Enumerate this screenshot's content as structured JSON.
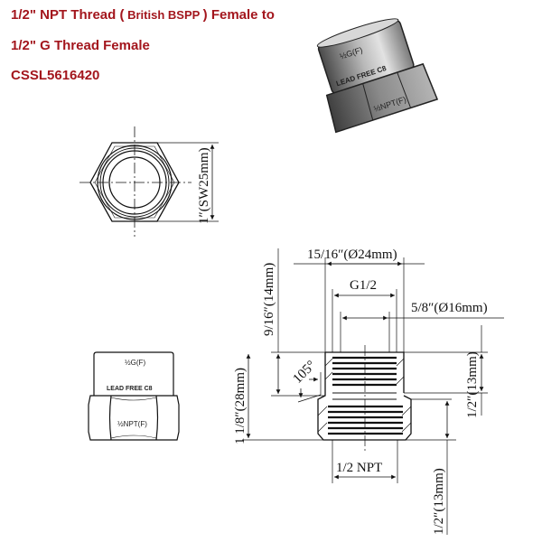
{
  "title": {
    "line1_prefix": "1/2\" NPT Thread (",
    "line1_small": " British BSPP ",
    "line1_suffix": ") Female to",
    "line2": "1/2\" G Thread Female",
    "part_number": "CSSL5616420",
    "color": "#a3161d"
  },
  "product_render": {
    "top_marking": "½G(F)",
    "band_marking": "LEAD FREE C8",
    "bottom_marking": "½NPT(F)"
  },
  "end_view": {
    "dimension_label": "1″(SW25mm)"
  },
  "side_view": {
    "top_marking": "½G(F)",
    "band_marking": "LEAD FREE C8",
    "bottom_marking": "½NPT(F)"
  },
  "section_view": {
    "dimensions": {
      "outer_diameter": "15/16″(Ø24mm)",
      "g_thread": "G1/2",
      "inner_diameter": "5/8″(Ø16mm)",
      "top_length": "9/16″(14mm)",
      "total_length": "1 1/8″(28mm)",
      "angle": "105°",
      "upper_thread_depth": "1/2″(13mm)",
      "npt_thread": "1/2 NPT",
      "lower_thread_depth": "1/2″(13mm)"
    }
  }
}
